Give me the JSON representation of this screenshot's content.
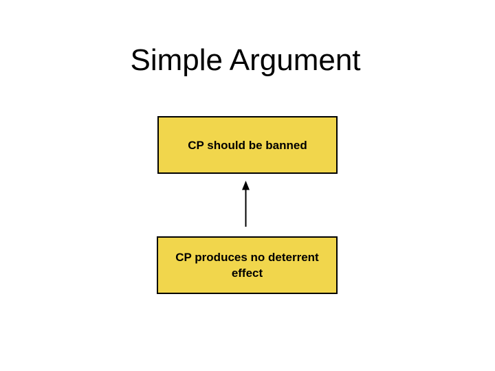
{
  "slide": {
    "title": "Simple Argument",
    "diagram": {
      "conclusion_box": {
        "text": "CP should be banned"
      },
      "premise_box": {
        "text": "CP produces no deterrent effect"
      },
      "connector": {
        "icon": "arrow-up",
        "from": "premise_box",
        "to": "conclusion_box"
      }
    },
    "colors": {
      "background": "#FFFFFF",
      "box_fill": "#F1D64C",
      "box_border": "#000000",
      "text_color": "#000000",
      "title_color": "#000000",
      "arrow_color": "#000000"
    }
  }
}
